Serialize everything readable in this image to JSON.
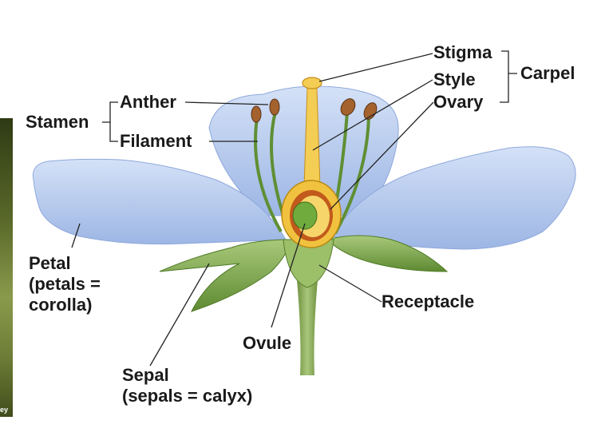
{
  "credit": "ey",
  "labels": {
    "stigma": "Stigma",
    "style": "Style",
    "ovary": "Ovary",
    "carpel": "Carpel",
    "anther": "Anther",
    "filament": "Filament",
    "stamen": "Stamen",
    "petal_line1": "Petal",
    "petal_line2": "(petals =",
    "petal_line3": "corolla)",
    "receptacle": "Receptacle",
    "ovule": "Ovule",
    "sepal_line1": "Sepal",
    "sepal_line2": "(sepals = calyx)"
  },
  "colors": {
    "petal": "#b3c8ee",
    "petal_edge": "#7e9ad2",
    "stem": "#8fb05a",
    "sepal": "#7da74a",
    "style": "#f2c94c",
    "ovary_wall": "#c45a1c",
    "ovule": "#6aa43a",
    "anther": "#9a5a2e",
    "line": "#222222"
  }
}
